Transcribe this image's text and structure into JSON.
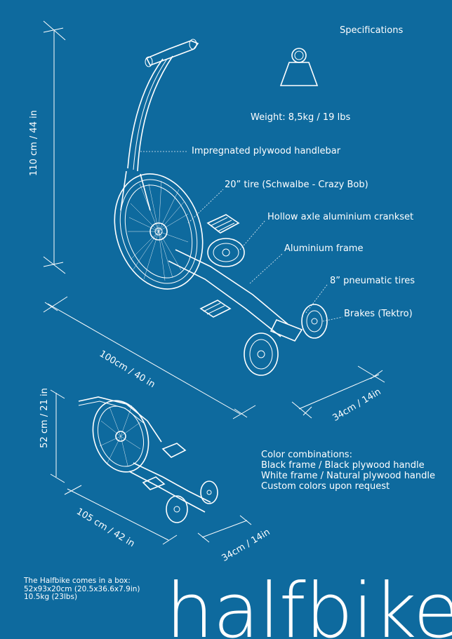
{
  "specs": {
    "title": "Specifications",
    "weight": "Weight: 8,5kg / 19 lbs",
    "weight_icon": "weight-icon"
  },
  "callouts": [
    {
      "key": "handlebar",
      "label": "Impregnated plywood handlebar"
    },
    {
      "key": "tire20",
      "label": "20” tire (Schwalbe - Crazy Bob)"
    },
    {
      "key": "crankset",
      "label": "Hollow axle aluminium crankset"
    },
    {
      "key": "frame",
      "label": "Aluminium frame"
    },
    {
      "key": "pneumatic",
      "label": "8” pneumatic tires"
    },
    {
      "key": "brakes",
      "label": "Brakes (Tektro)"
    }
  ],
  "dimensions": {
    "height": "110 cm / 44 in",
    "length": "100cm / 40 in",
    "width": "34cm / 14in",
    "folded_height": "52 cm / 21 in",
    "folded_length": "105 cm / 42 in",
    "folded_width": "34cm / 14in"
  },
  "colors": {
    "heading": "Color combinations:",
    "options": [
      "Black frame / Black plywood handle",
      "White frame / Natural plywood handle",
      "Custom colors upon request"
    ]
  },
  "box": {
    "lines": [
      "The Halfbike comes in a box:",
      "52x93x20cm (20.5x36.6x7.9in)",
      "10.5kg (23lbs)"
    ]
  },
  "brand": {
    "name": "halfbike"
  },
  "theme": {
    "background": "#0e6a9e",
    "line": "#ffffff"
  }
}
